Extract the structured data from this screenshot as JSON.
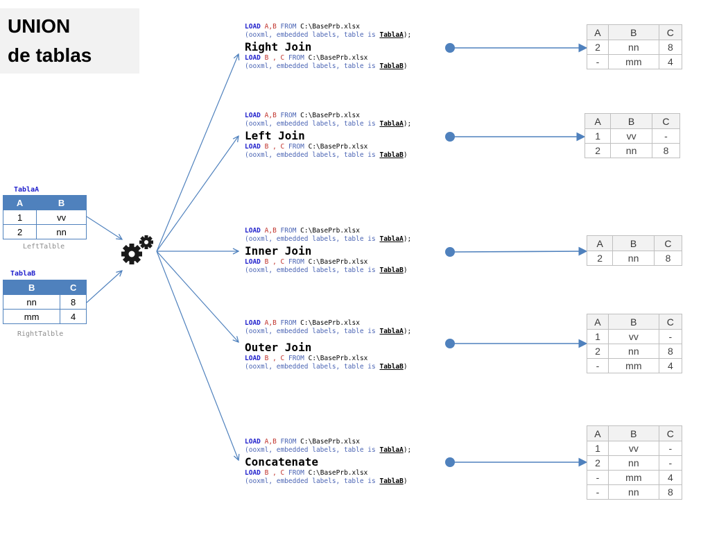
{
  "title": {
    "line1": "UNION",
    "line2": "de tablas"
  },
  "sources": [
    {
      "name": "TablaA",
      "caption": "LeftTalble",
      "headers": [
        "A",
        "B"
      ],
      "rows": [
        [
          "1",
          "vv"
        ],
        [
          "2",
          "nn"
        ]
      ]
    },
    {
      "name": "TablaB",
      "caption": "RightTalble",
      "headers": [
        "B",
        "C"
      ],
      "rows": [
        [
          "nn",
          "8"
        ],
        [
          "mm",
          "4"
        ]
      ]
    }
  ],
  "script_tokens": {
    "load": "LOAD",
    "fields_a": "A,B",
    "from": "FROM",
    "path": "C:\\BasePrb.xlsx",
    "fields_b": "B , C",
    "options_open": "(ooxml, embedded labels, table is",
    "table_a": "TablaA",
    "table_b": "TablaB",
    "close_semicolon": ");",
    "close": ")"
  },
  "joins": [
    {
      "title": "Right Join",
      "result": {
        "headers": [
          "A",
          "B",
          "C"
        ],
        "rows": [
          [
            "2",
            "nn",
            "8"
          ],
          [
            "-",
            "mm",
            "4"
          ]
        ]
      }
    },
    {
      "title": "Left Join",
      "result": {
        "headers": [
          "A",
          "B",
          "C"
        ],
        "rows": [
          [
            "1",
            "vv",
            "-"
          ],
          [
            "2",
            "nn",
            "8"
          ]
        ]
      }
    },
    {
      "title": "Inner Join",
      "result": {
        "headers": [
          "A",
          "B",
          "C"
        ],
        "rows": [
          [
            "2",
            "nn",
            "8"
          ]
        ]
      }
    },
    {
      "title": "Outer Join",
      "result": {
        "headers": [
          "A",
          "B",
          "C"
        ],
        "rows": [
          [
            "1",
            "vv",
            "-"
          ],
          [
            "2",
            "nn",
            "8"
          ],
          [
            "-",
            "mm",
            "4"
          ]
        ]
      }
    },
    {
      "title": "Concatenate",
      "result": {
        "headers": [
          "A",
          "B",
          "C"
        ],
        "rows": [
          [
            "1",
            "vv",
            "-"
          ],
          [
            "2",
            "nn",
            "-"
          ],
          [
            "-",
            "mm",
            "4"
          ],
          [
            "-",
            "nn",
            "8"
          ]
        ]
      }
    }
  ],
  "colors": {
    "wire": "#4f81bd",
    "source_header": "#4f81bd",
    "result_header": "#f2f2f2",
    "keyword": "#1f1fcc",
    "field": "#c0322b"
  },
  "icons": {
    "process": "gears-icon"
  }
}
